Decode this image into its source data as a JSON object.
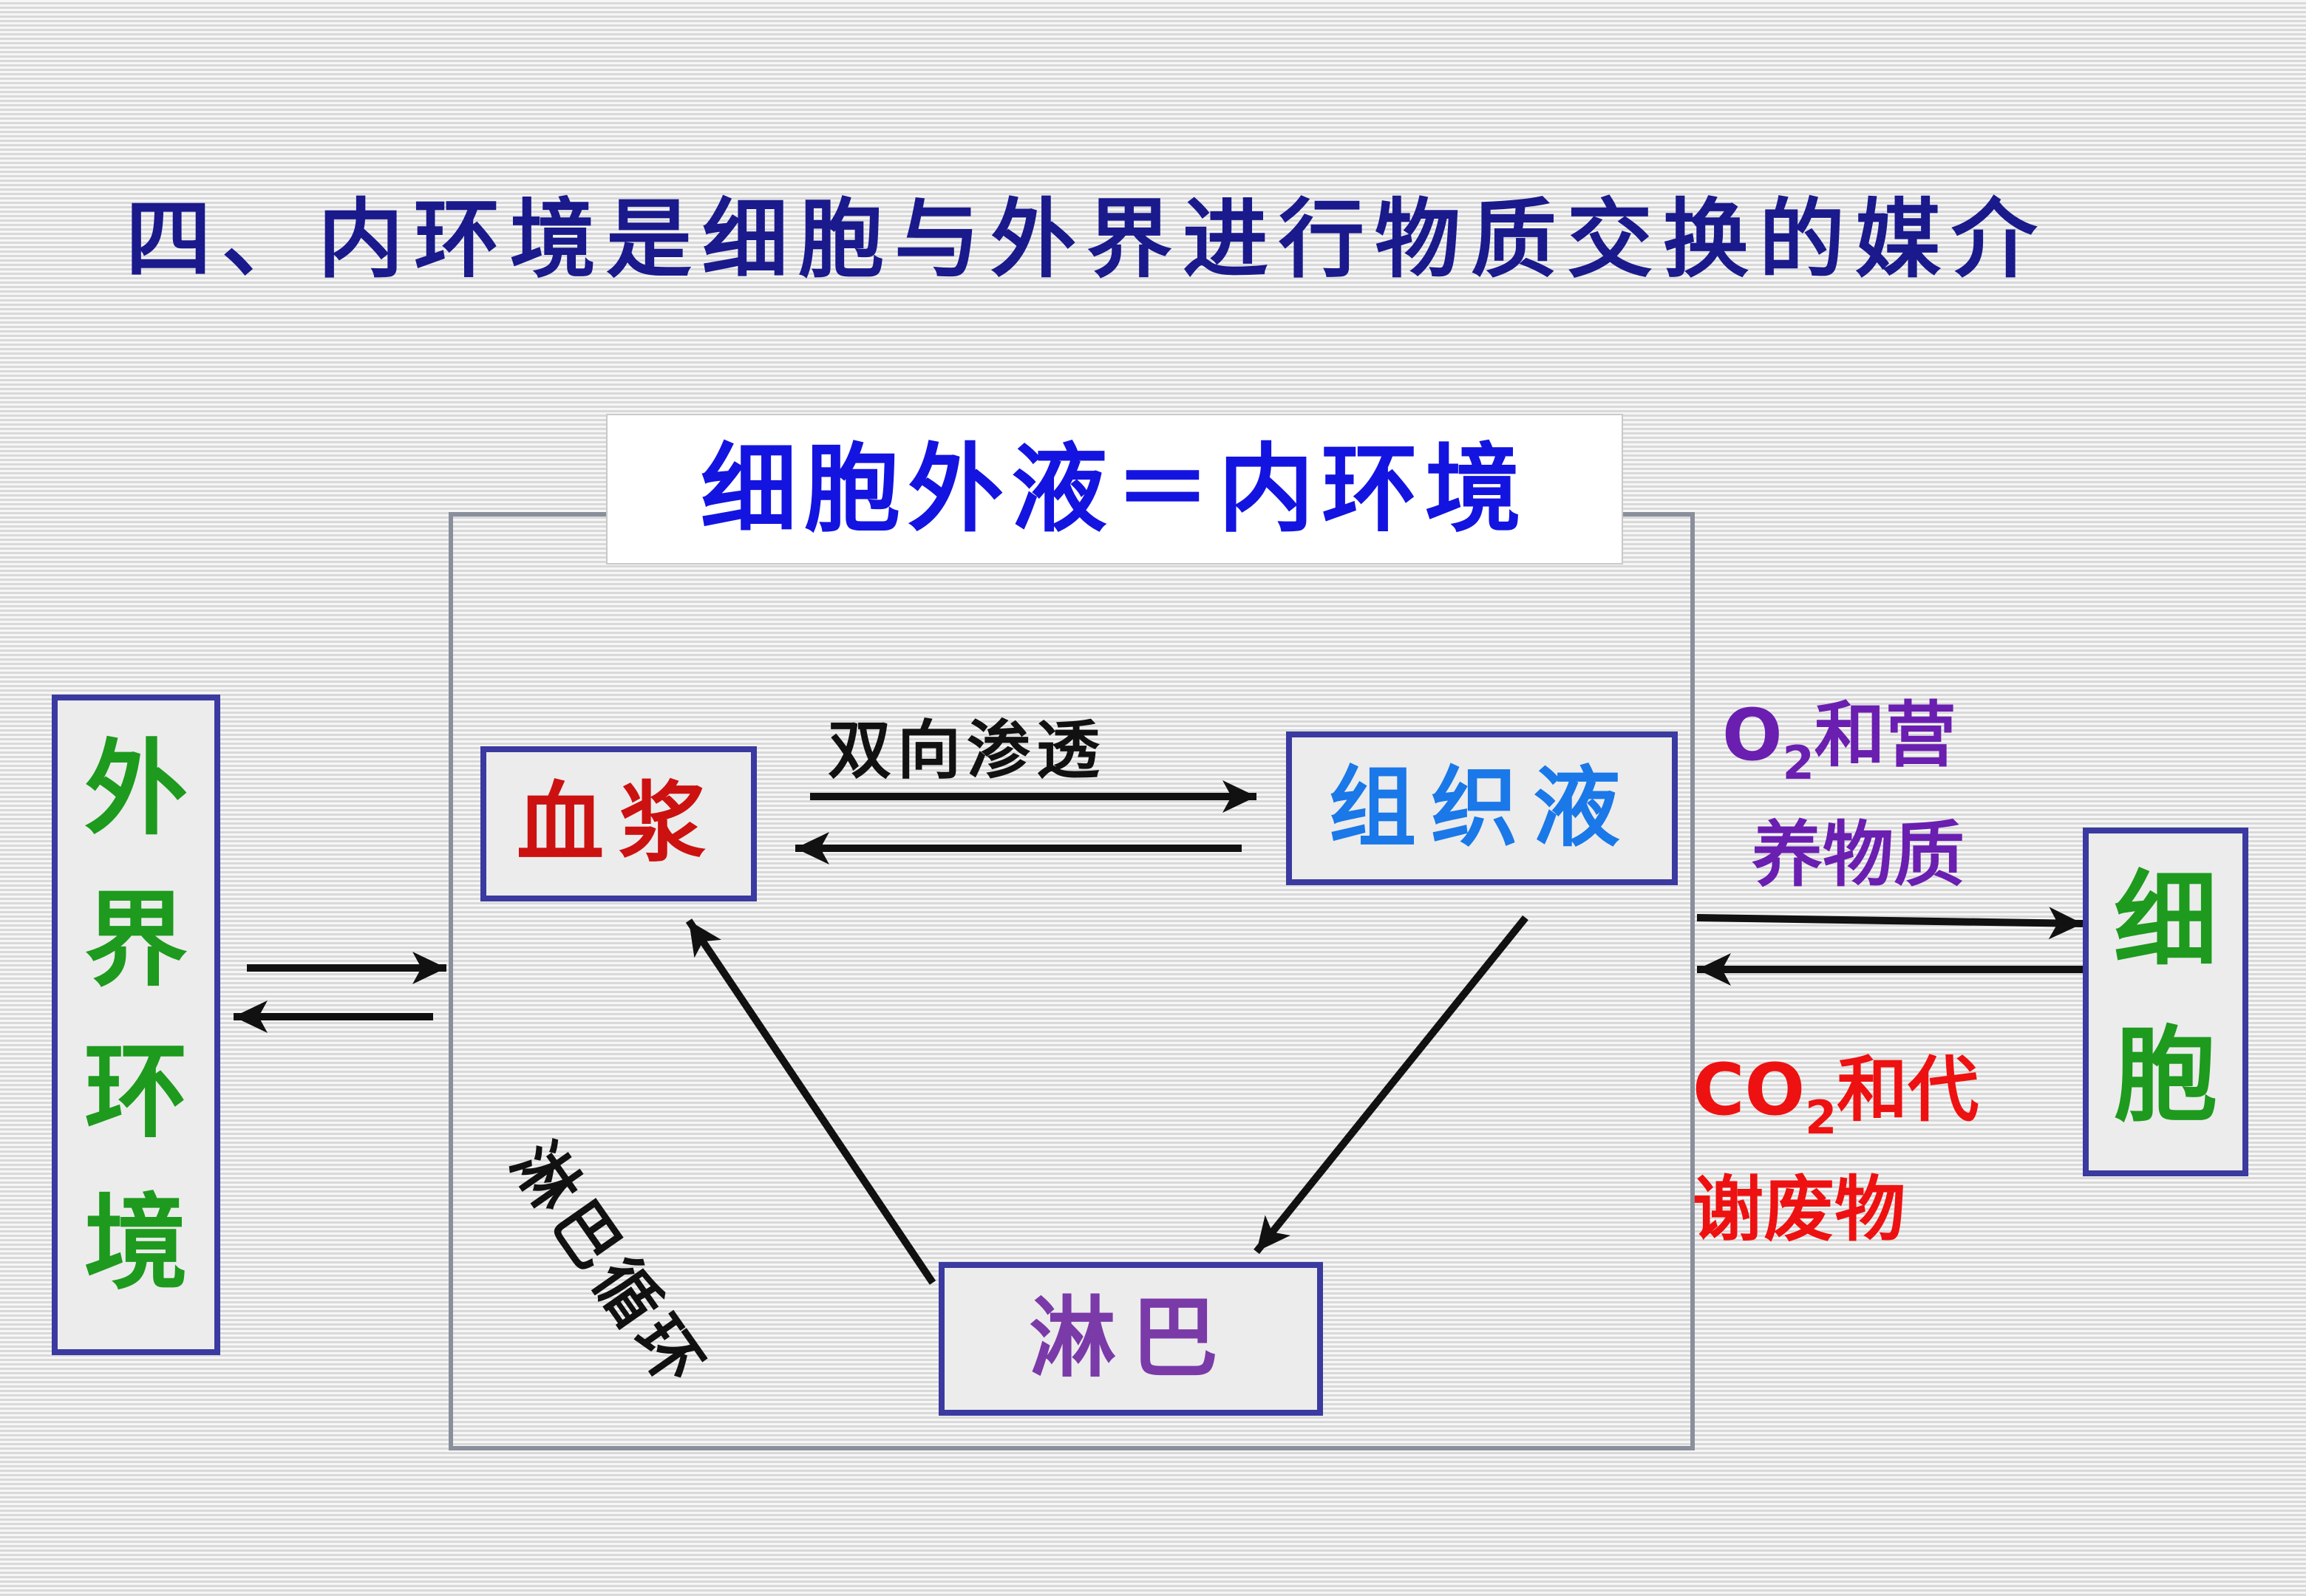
{
  "title": "四、内环境是细胞与外界进行物质交换的媒介",
  "header": "细胞外液＝内环境",
  "nodes": {
    "plasma": "血浆",
    "tissue_fluid": "组织液",
    "lymph": "淋巴",
    "outer_env": [
      "外",
      "界",
      "环",
      "境"
    ],
    "cell": [
      "细",
      "胞"
    ]
  },
  "labels": {
    "osmosis": "双向渗透",
    "lymph_circulation": "淋巴循环",
    "o2_prefix": "O",
    "o2_sub": "2",
    "o2_line1_rest": "和营",
    "o2_line2": "养物质",
    "co2_prefix": "CO",
    "co2_sub": "2",
    "co2_line1_rest": "和代",
    "co2_line2": "谢废物"
  },
  "colors": {
    "title": "#1a1a8c",
    "header": "#1414e0",
    "plasma": "#cc1111",
    "tissue_fluid": "#1a78e8",
    "lymph": "#7a3aa8",
    "green": "#1e9a1e",
    "o2": "#6a1fb0",
    "co2": "#ee1111",
    "box_border": "#3a3aa0"
  }
}
